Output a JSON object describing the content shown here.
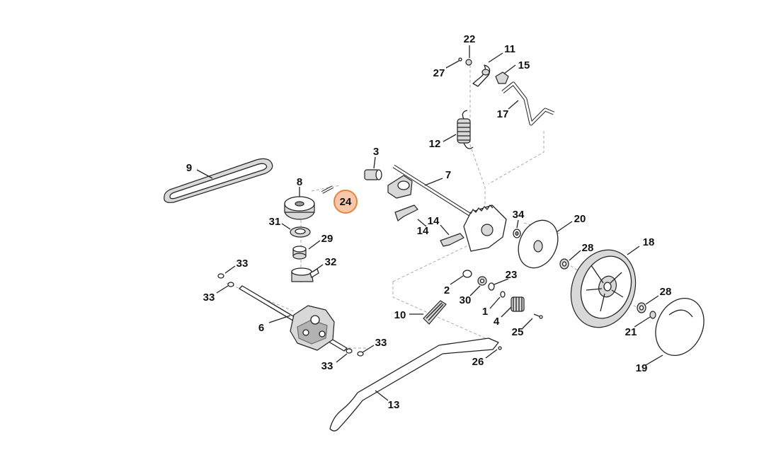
{
  "labels": {
    "l1": "1",
    "l2": "2",
    "l3": "3",
    "l4": "4",
    "l6": "6",
    "l7": "7",
    "l8": "8",
    "l9": "9",
    "l10": "10",
    "l11": "11",
    "l12": "12",
    "l13": "13",
    "l14a": "14",
    "l14b": "14",
    "l15": "15",
    "l17": "17",
    "l18": "18",
    "l19": "19",
    "l20": "20",
    "l21": "21",
    "l22": "22",
    "l23": "23",
    "l24": "24",
    "l25": "25",
    "l26": "26",
    "l27": "27",
    "l28a": "28",
    "l28b": "28",
    "l29": "29",
    "l30": "30",
    "l31": "31",
    "l32": "32",
    "l33a": "33",
    "l33b": "33",
    "l33c": "33",
    "l33d": "33",
    "l34": "34"
  },
  "highlight": {
    "part": "24",
    "color": "#e8833d",
    "fill": "#f6c7a8"
  }
}
